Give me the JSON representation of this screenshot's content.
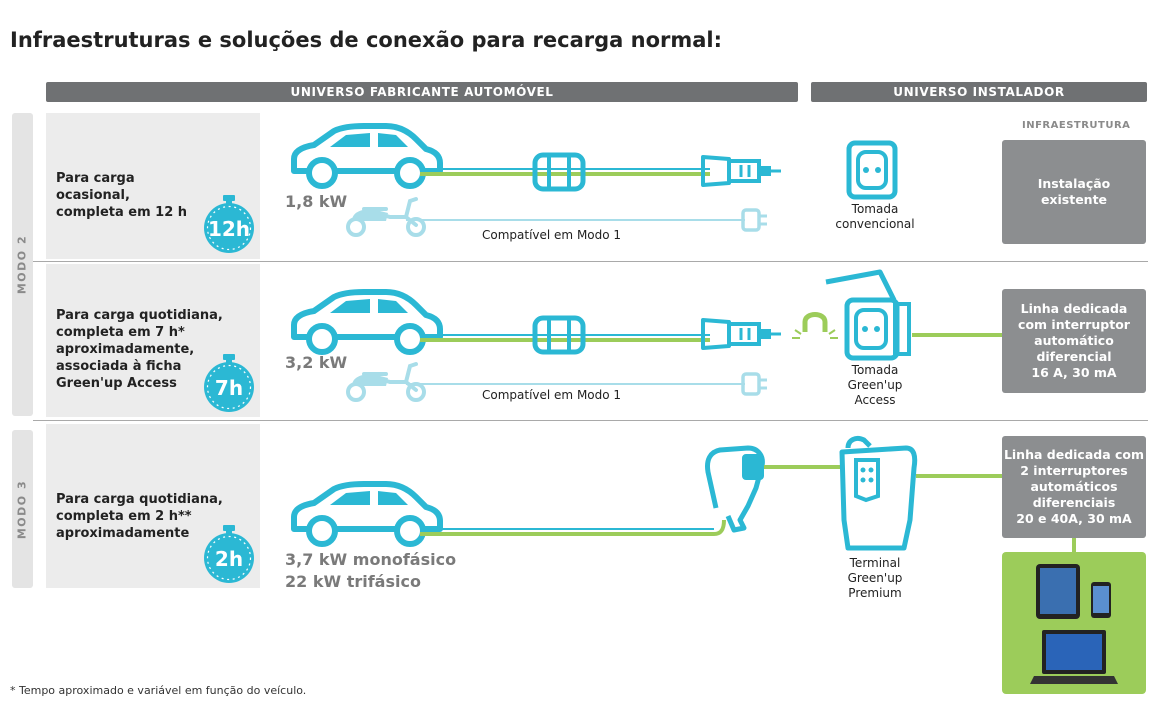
{
  "title": "Infraestruturas e soluções de conexão para recarga normal:",
  "bands": {
    "manufacturer": "UNIVERSO FABRICANTE AUTOMÓVEL",
    "installer": "UNIVERSO INSTALADOR"
  },
  "modes": {
    "mode2": "MODO 2",
    "mode3": "MODO 3"
  },
  "infra_header": "INFRAESTRUTURA",
  "rows": [
    {
      "lines": [
        "Para carga",
        "ocasional,",
        "completa em 12 h"
      ],
      "timer": "12h",
      "power": [
        "1,8 kW"
      ],
      "compat": "Compatível em Modo 1",
      "socket": [
        "Tomada",
        "convencional"
      ],
      "infra": [
        "Instalação",
        "existente"
      ]
    },
    {
      "lines": [
        "Para carga quotidiana,",
        "completa em 7 h*",
        "aproximadamente,",
        "associada à ficha",
        "Green'up Access"
      ],
      "timer": "7h",
      "power": [
        "3,2 kW"
      ],
      "compat": "Compatível em Modo 1",
      "socket": [
        "Tomada",
        "Green'up",
        "Access"
      ],
      "infra": [
        "Linha dedicada",
        "com interruptor",
        "automático",
        "diferencial",
        "16 A, 30 mA"
      ]
    },
    {
      "lines": [
        "Para carga quotidiana,",
        "completa em 2 h**",
        "aproximadamente"
      ],
      "timer": "2h",
      "power": [
        "3,7 kW monofásico",
        "22 kW trifásico"
      ],
      "socket": [
        "Terminal",
        "Green'up",
        "Premium"
      ],
      "infra": [
        "Linha dedicada com",
        "2 interruptores",
        "automáticos",
        "diferenciais",
        "20 e 40A, 30 mA"
      ]
    }
  ],
  "footnote": "* Tempo aproximado e variável em função do veículo.",
  "colors": {
    "cyan": "#2bb8d4",
    "green": "#9ccc5a",
    "band": "#6f7173",
    "box": "#8c8e90"
  }
}
